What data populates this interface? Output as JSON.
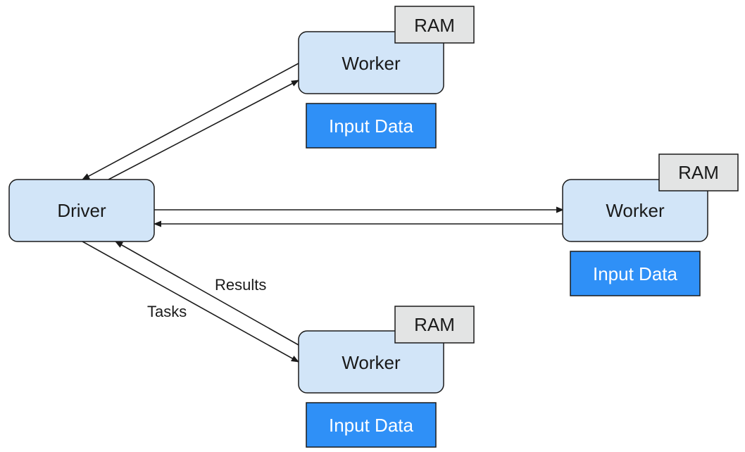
{
  "colors": {
    "node_fill": "#d2e5f8",
    "ram_fill": "#e3e4e4",
    "input_data_fill": "#2f90f7",
    "stroke": "#1a1a1a",
    "input_data_text": "#ffffff"
  },
  "driver": {
    "label": "Driver"
  },
  "workers": [
    {
      "label": "Worker",
      "ram_label": "RAM",
      "data_label": "Input Data"
    },
    {
      "label": "Worker",
      "ram_label": "RAM",
      "data_label": "Input Data"
    },
    {
      "label": "Worker",
      "ram_label": "RAM",
      "data_label": "Input Data"
    }
  ],
  "edge_labels": {
    "tasks": "Tasks",
    "results": "Results"
  }
}
